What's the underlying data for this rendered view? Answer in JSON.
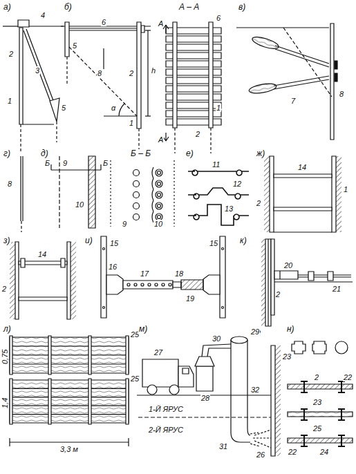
{
  "diagram": {
    "labels": [
      "а)",
      "4",
      "2",
      "3",
      "1",
      "5",
      "б)",
      "6",
      "5",
      "8",
      "2",
      "h",
      "α",
      "1",
      "А – А",
      "А",
      "А",
      "6",
      "1",
      "2",
      "в)",
      "7",
      "8",
      "г)",
      "8",
      "д)",
      "9",
      "10",
      "Б",
      "Б",
      "Б – Б",
      "9",
      "10",
      "е)",
      "11",
      "12",
      "13",
      "ж)",
      "14",
      "1",
      "2",
      "з)",
      "14",
      "2",
      "и)",
      "15",
      "16",
      "17",
      "18",
      "19",
      "15",
      "к)",
      "20",
      "21",
      "2",
      "22",
      "л)",
      "0,75",
      "1,4",
      "25",
      "25",
      "3,3 м",
      "м)",
      "27",
      "30",
      "29",
      "28",
      "32",
      "23",
      "1-Й ЯРУС",
      "31",
      "26",
      "2-Й ЯРУС",
      "н)",
      "2",
      "22",
      "23",
      "25",
      "22",
      "24"
    ]
  }
}
